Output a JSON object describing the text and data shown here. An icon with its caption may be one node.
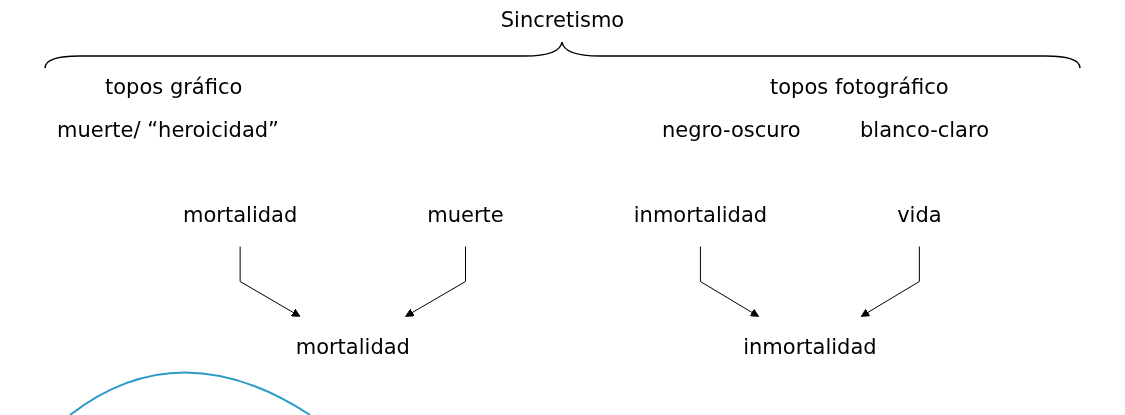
{
  "diagram": {
    "title": "Sincretismo",
    "nodes": [
      {
        "text": [
          "mortalidad"
        ]
      },
      {
        "text": [
          "inmortalidad"
        ]
      },
      {
        "text": [
          "muerte"
        ]
      },
      {
        "text": [
          "vida"
        ]
      },
      {
        "text": [
          "mortalidad"
        ]
      },
      {
        "text": [
          "inmortalidad"
        ]
      }
    ],
    "edges": [
      {
        "from": 0,
        "to": 4,
        "arrow": "to"
      },
      {
        "from": 1,
        "to": 5,
        "arrow": "to"
      },
      {
        "from": 2,
        "to": 4,
        "arrow": "to"
      },
      {
        "from": 3,
        "to": 5,
        "arrow": "to"
      }
    ],
    "labels": [
      "topos gráfico",
      "topos fotográfico",
      "muerte/ “heroicidad”",
      "negro-oscuro",
      "blanco-claro"
    ]
  }
}
